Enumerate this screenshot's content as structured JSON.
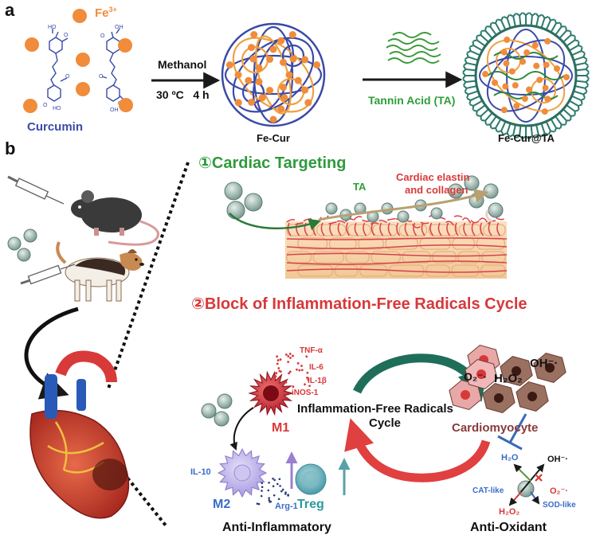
{
  "panel_a": {
    "label": "a",
    "fe_label": "Fe",
    "fe_charge": "3+",
    "curcumin_label": "Curcumin",
    "step1_reagent": "Methanol",
    "step1_conditions": "30 ºC   4 h",
    "product1": "Fe-Cur",
    "step2_reagent": "Tannin Acid (TA)",
    "product2": "Fe-Cur@TA"
  },
  "panel_b": {
    "label": "b",
    "targeting_title": "①Cardiac Targeting",
    "ta_label": "TA",
    "elastin_label_line1": "Cardiac elastin",
    "elastin_label_line2": "and collagen",
    "block_title": "②Block of Inflammation-Free Radicals Cycle",
    "cytokines": [
      "TNF-α",
      "IL-6",
      "IL-1β",
      "iNOS-1"
    ],
    "m1_label": "M1",
    "m2_label": "M2",
    "il10_label": "IL-10",
    "arg1_label": "Arg-1",
    "treg_label": "Treg",
    "cycle_line1": "Inflammation-Free Radicals",
    "cycle_line2": "Cycle",
    "ros_oh": "OH⁻·",
    "ros_o2": "O₂⁻·",
    "ros_h2o2": "H₂O₂",
    "cardiomyocyte_label": "Cardiomyocyte",
    "nano_h2o": "H₂O",
    "nano_oh": "OH⁻·",
    "nano_o2": "O₂⁻·",
    "nano_h2o2": "H₂O₂",
    "cat_label": "CAT-like",
    "sod_label": "SOD-like",
    "anti_inflammatory": "Anti-Inflammatory",
    "anti_oxidant": "Anti-Oxidant"
  },
  "colors": {
    "fe_orange": "#f08c3a",
    "curcumin_blue": "#3a4aa8",
    "tannin_green": "#2e9e3a",
    "title_green": "#2f9a3c",
    "title_red": "#d8383a",
    "label_red": "#d83a3a",
    "m2_blue": "#3a6cc8",
    "treg_teal": "#2a9a9a",
    "cardio_brown": "#8a3a3a",
    "cycle_green": "#1e6e5a",
    "cycle_red": "#e04040"
  }
}
